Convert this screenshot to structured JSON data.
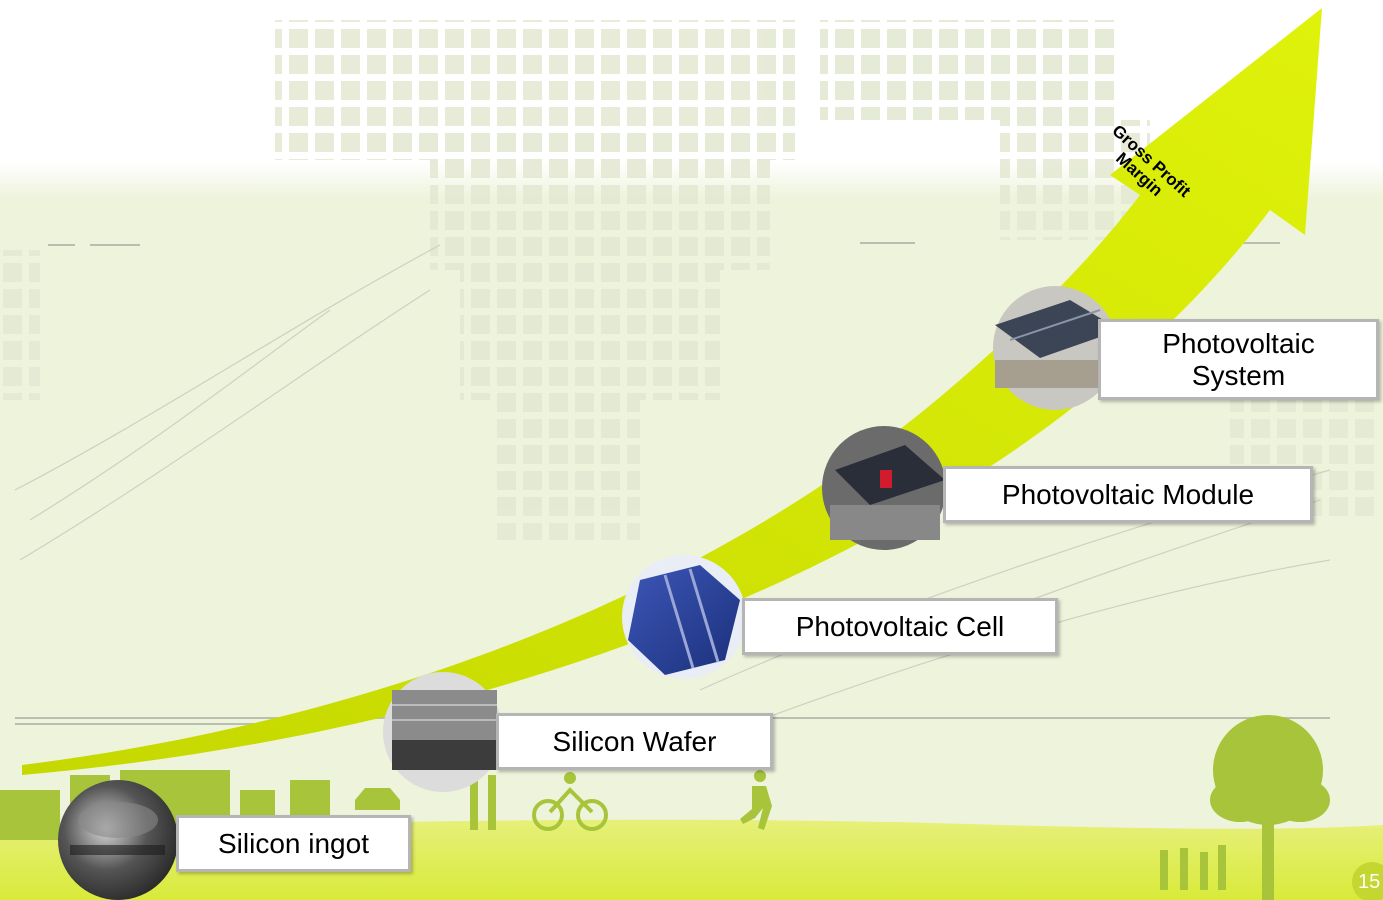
{
  "arrow": {
    "line1": "Gross Profit",
    "line2": "Margin"
  },
  "stages": [
    {
      "label": "Silicon ingot",
      "name": "silicon-ingot"
    },
    {
      "label": "Silicon Wafer",
      "name": "silicon-wafer"
    },
    {
      "label": "Photovoltaic Cell",
      "name": "photovoltaic-cell"
    },
    {
      "label": "Photovoltaic Module",
      "name": "photovoltaic-module"
    },
    {
      "label": "Photovoltaic\nSystem",
      "name": "photovoltaic-system"
    }
  ],
  "page_number": "15",
  "colors": {
    "background_top": "#ffffff",
    "background_green": "#eef3dc",
    "arrow": "#d4e600",
    "ground": "#d9ea3a",
    "silhouette": "#a7c43b",
    "box_border": "#b5b5b5"
  }
}
